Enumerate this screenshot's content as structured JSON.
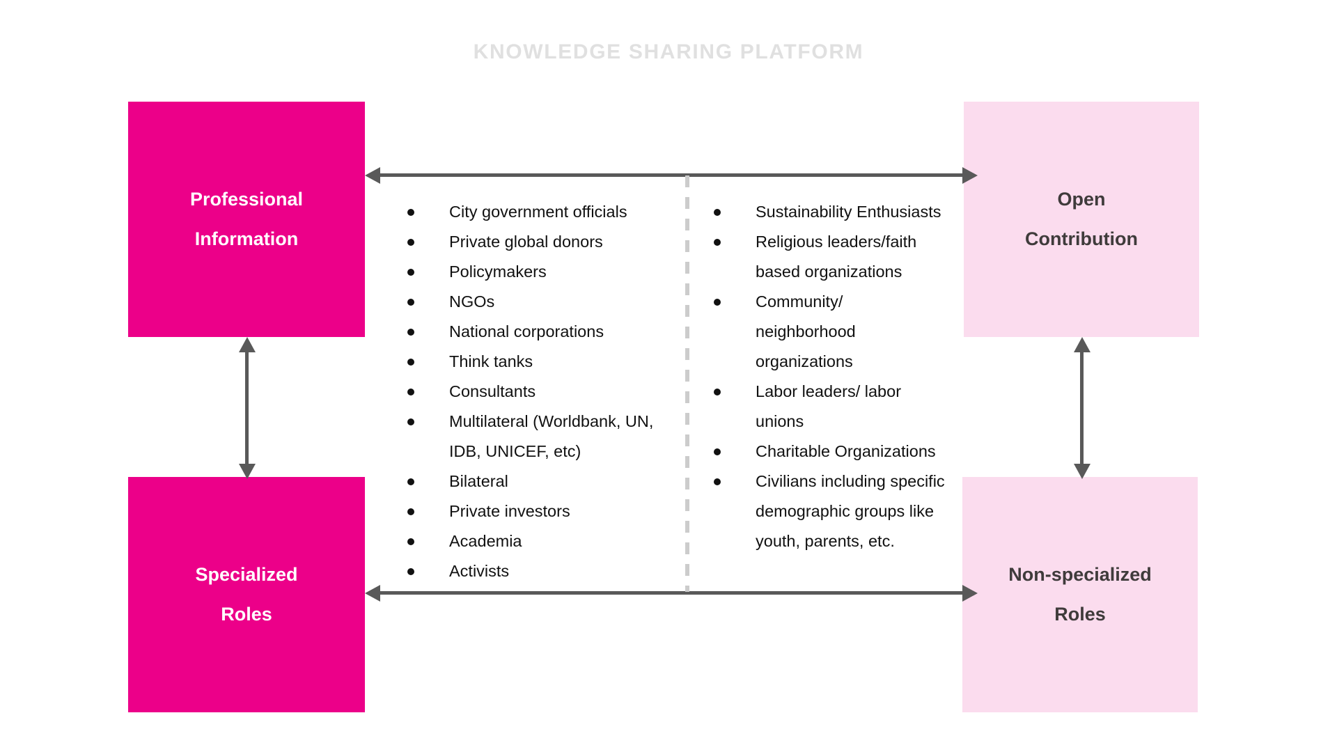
{
  "title": "KNOWLEDGE SHARING PLATFORM",
  "colors": {
    "solid_magenta": "#ec0089",
    "tint_pink": "#fbdcee",
    "arrow_gray": "#595959",
    "divider_gray": "#cccccc",
    "title_gray": "#e0e0e0",
    "text_dark": "#3f3b3b",
    "text_black": "#111111",
    "text_white": "#ffffff"
  },
  "quadrants": {
    "top_left": {
      "line1": "Professional",
      "line2": "Information"
    },
    "top_right": {
      "line1": "Open",
      "line2": "Contribution"
    },
    "bottom_left": {
      "line1": "Specialized",
      "line2": "Roles"
    },
    "bottom_right": {
      "line1": "Non-specialized",
      "line2": "Roles"
    }
  },
  "lists": {
    "left": [
      "City government officials",
      "Private global donors",
      "Policymakers",
      "NGOs",
      "National corporations",
      "Think tanks",
      "Consultants",
      "Multilateral (Worldbank, UN, IDB, UNICEF, etc)",
      "Bilateral",
      "Private investors",
      "Academia",
      "Activists"
    ],
    "right": [
      "Sustainability Enthusiasts",
      "Religious leaders/faith based organizations",
      "Community/ neighborhood organizations",
      "Labor leaders/ labor unions",
      "Charitable Organizations",
      "Civilians including specific demographic groups like youth, parents, etc."
    ]
  },
  "arrows": {
    "top_horizontal": "double-headed-horizontal-arrow-top",
    "bottom_horizontal": "double-headed-horizontal-arrow-bottom",
    "left_vertical": "double-headed-vertical-arrow-left",
    "right_vertical": "double-headed-vertical-arrow-right"
  }
}
